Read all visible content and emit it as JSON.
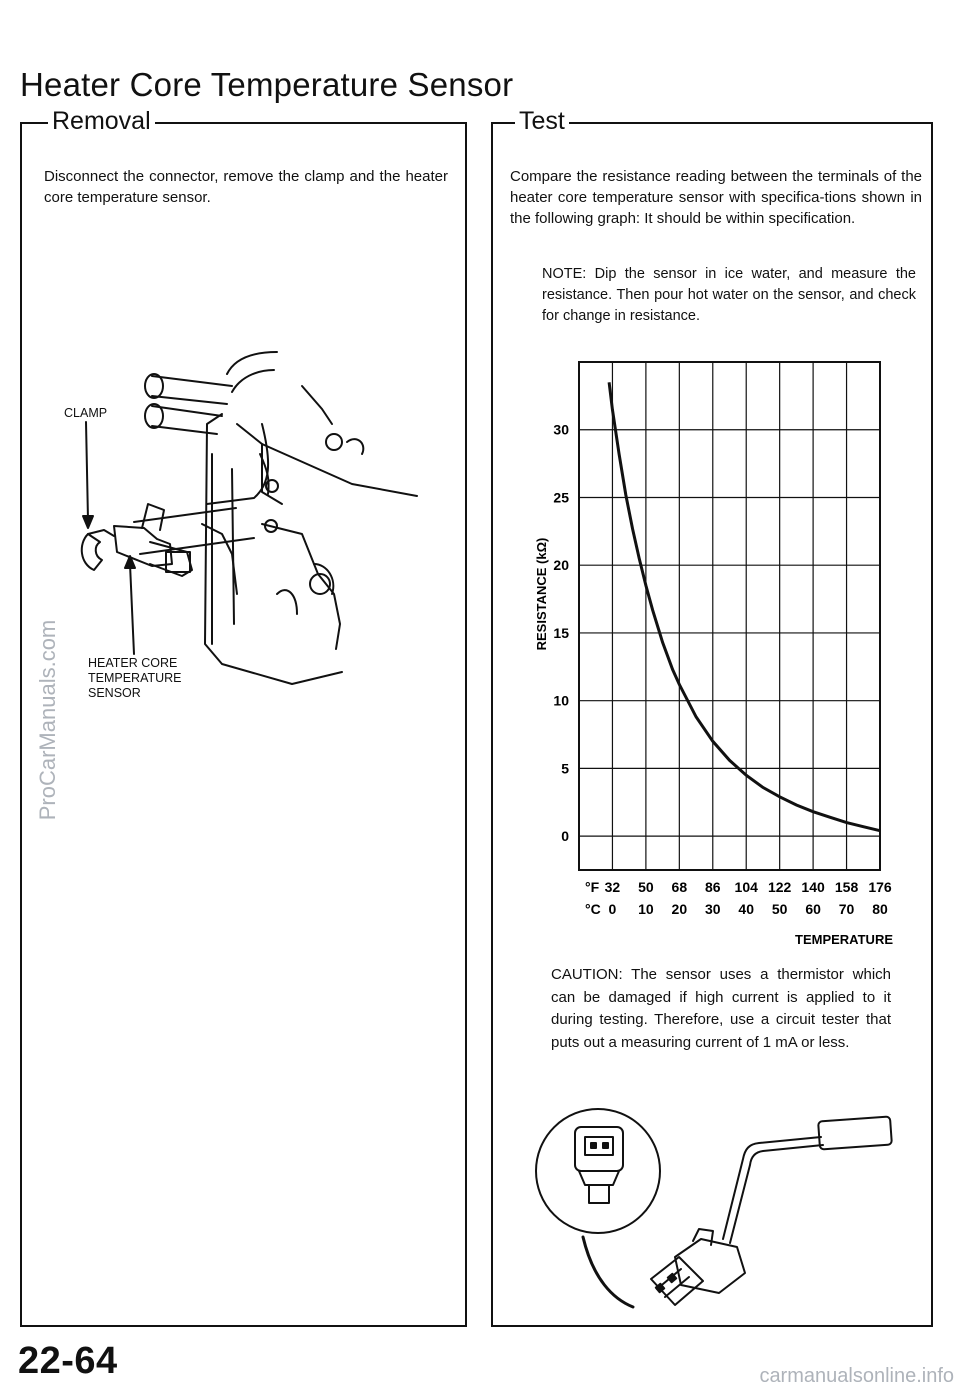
{
  "page": {
    "title": "Heater Core Temperature Sensor",
    "number": "22-64"
  },
  "removal": {
    "heading": "Removal",
    "text": "Disconnect the connector, remove the clamp and the heater core temperature sensor.",
    "labels": {
      "clamp": "CLAMP",
      "sensor_line1": "HEATER CORE",
      "sensor_line2": "TEMPERATURE",
      "sensor_line3": "SENSOR"
    }
  },
  "test": {
    "heading": "Test",
    "text": "Compare the resistance reading between the terminals of the heater core temperature sensor with specifica-tions shown in the following graph: It should be within specification.",
    "note": "NOTE:   Dip the sensor in ice water, and measure the resistance. Then pour hot water on the sensor, and check for change in resistance.",
    "caution": "CAUTION:  The sensor uses a thermistor which can be damaged if high current is applied to it during testing. Therefore, use a circuit tester that puts out a measuring current of 1 mA or less."
  },
  "chart_data": {
    "type": "line",
    "ylabel": "RESISTANCE (kΩ)",
    "xlabel": "TEMPERATURE",
    "x_unit_f": "°F",
    "x_unit_c": "°C",
    "x_ticks_f": [
      "32",
      "50",
      "68",
      "86",
      "104",
      "122",
      "140",
      "158",
      "176"
    ],
    "x_ticks_c": [
      "0",
      "10",
      "20",
      "30",
      "40",
      "50",
      "60",
      "70",
      "80"
    ],
    "y_ticks": [
      "0",
      "5",
      "10",
      "15",
      "20",
      "25",
      "30"
    ],
    "xlim_c": [
      -10,
      80
    ],
    "ylim": [
      -2.5,
      35
    ],
    "grid": true,
    "series": [
      {
        "x": [
          -1,
          0,
          2,
          4,
          6,
          8,
          10,
          12,
          15,
          18,
          20,
          25,
          30,
          35,
          40,
          45,
          50,
          55,
          60,
          65,
          70,
          75,
          80
        ],
        "y": [
          33.5,
          31.5,
          28.2,
          25.2,
          22.7,
          20.5,
          18.5,
          16.7,
          14.3,
          12.3,
          11.2,
          8.8,
          7.0,
          5.6,
          4.5,
          3.6,
          2.9,
          2.3,
          1.8,
          1.4,
          1.0,
          0.7,
          0.4
        ]
      }
    ]
  },
  "colors": {
    "ink": "#111111",
    "watermark": "#aeb3ba"
  }
}
